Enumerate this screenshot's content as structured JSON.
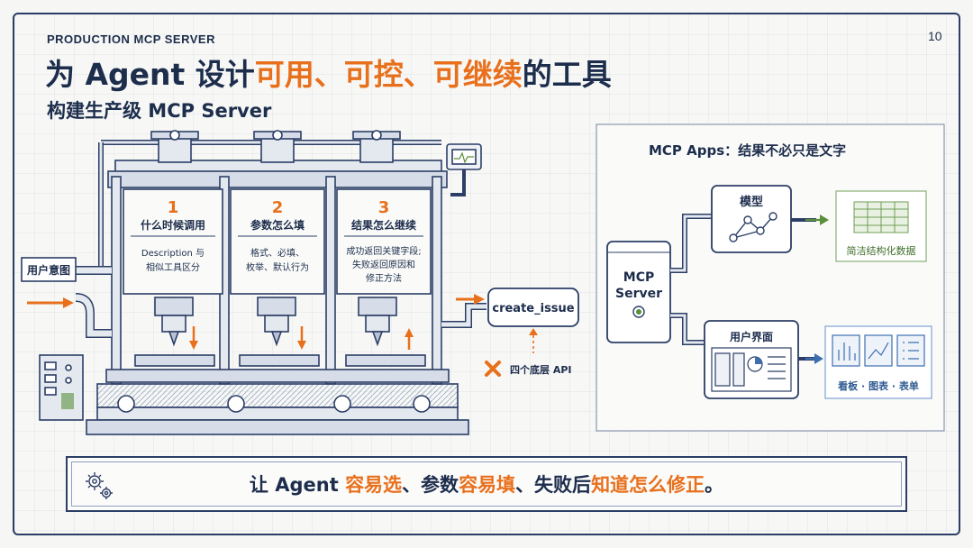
{
  "header": {
    "eyebrow": "PRODUCTION MCP SERVER",
    "page_number": "10",
    "title_parts": [
      "为 Agent 设计",
      "可用、可控、可继续",
      "的工具"
    ],
    "subtitle": "构建生产级 MCP Server"
  },
  "machine": {
    "input_label": "用户意图",
    "stations": [
      {
        "number": "1",
        "title": "什么时候调用",
        "lines": [
          "Description 与",
          "相似工具区分"
        ],
        "arrow": "down"
      },
      {
        "number": "2",
        "title": "参数怎么填",
        "lines": [
          "格式、必填、",
          "枚举、默认行为"
        ],
        "arrow": "down"
      },
      {
        "number": "3",
        "title": "结果怎么继续",
        "lines": [
          "成功返回关键字段;",
          "失败返回原因和",
          "修正方法"
        ],
        "arrow": "up"
      }
    ],
    "output_tool": "create_issue",
    "rejected_label": "四个底层 API"
  },
  "mcp_apps": {
    "panel_title": "MCP Apps：结果不必只是文字",
    "server_label": [
      "MCP",
      "Server"
    ],
    "model_label": "模型",
    "model_output": "简洁结构化数据",
    "ui_label": "用户界面",
    "ui_output": "看板 · 图表 · 表单"
  },
  "banner": {
    "parts": [
      "让 Agent ",
      "容易选",
      "、参数",
      "容易填",
      "、失败后",
      "知道怎么修正",
      "。"
    ]
  },
  "colors": {
    "navy": "#1d2d4c",
    "accent": "#e8701c",
    "green": "#5b8f3a",
    "blue": "#3d6fb0"
  }
}
